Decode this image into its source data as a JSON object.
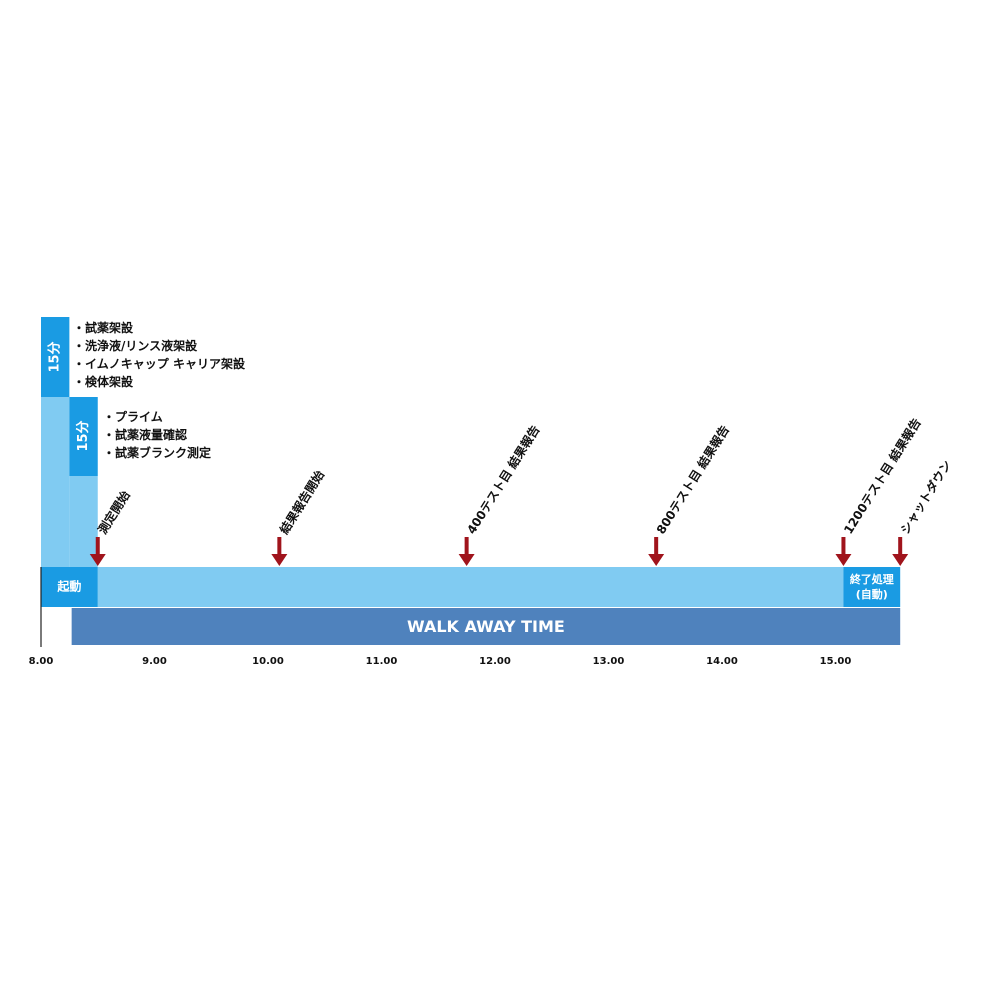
{
  "colors": {
    "dark_blue": "#1a9be3",
    "light_blue": "#80cbf2",
    "walk_away": "#4f82bd",
    "arrow": "#a0141c",
    "axis": "#222222"
  },
  "time_axis": {
    "start": 8.0,
    "end": 15.6,
    "tick_labels": [
      "8.00",
      "9.00",
      "10.00",
      "11.00",
      "12.00",
      "13.00",
      "14.00",
      "15.00"
    ]
  },
  "prep_phase_1": {
    "duration_label": "15分",
    "start": 8.0,
    "end": 8.25,
    "items": [
      "・試薬架設",
      "・洗浄液/リンス液架設",
      "・イムノキャップ キャリア架設",
      "・検体架設"
    ]
  },
  "prep_phase_2": {
    "duration_label": "15分",
    "start": 8.25,
    "end": 8.5,
    "items": [
      "・プライム",
      "・試薬液量確認",
      "・試薬ブランク測定"
    ]
  },
  "startup": {
    "label": "起動",
    "start": 8.0,
    "end": 8.5
  },
  "run_bar": {
    "start": 8.5,
    "end": 15.07
  },
  "end_process": {
    "label_line1": "終了処理",
    "label_line2": "(自動)",
    "start": 15.07,
    "end": 15.57
  },
  "walk_away": {
    "label": "WALK AWAY TIME",
    "start": 8.27,
    "end": 15.57
  },
  "events": [
    {
      "time": 8.5,
      "label": "測定開始"
    },
    {
      "time": 10.1,
      "label": "結果報告開始"
    },
    {
      "time": 11.75,
      "label": "400テスト目 結果報告"
    },
    {
      "time": 13.42,
      "label": "800テスト目 結果報告"
    },
    {
      "time": 15.07,
      "label": "1200テスト目 結果報告"
    },
    {
      "time": 15.57,
      "label": "シャットダウン"
    }
  ]
}
